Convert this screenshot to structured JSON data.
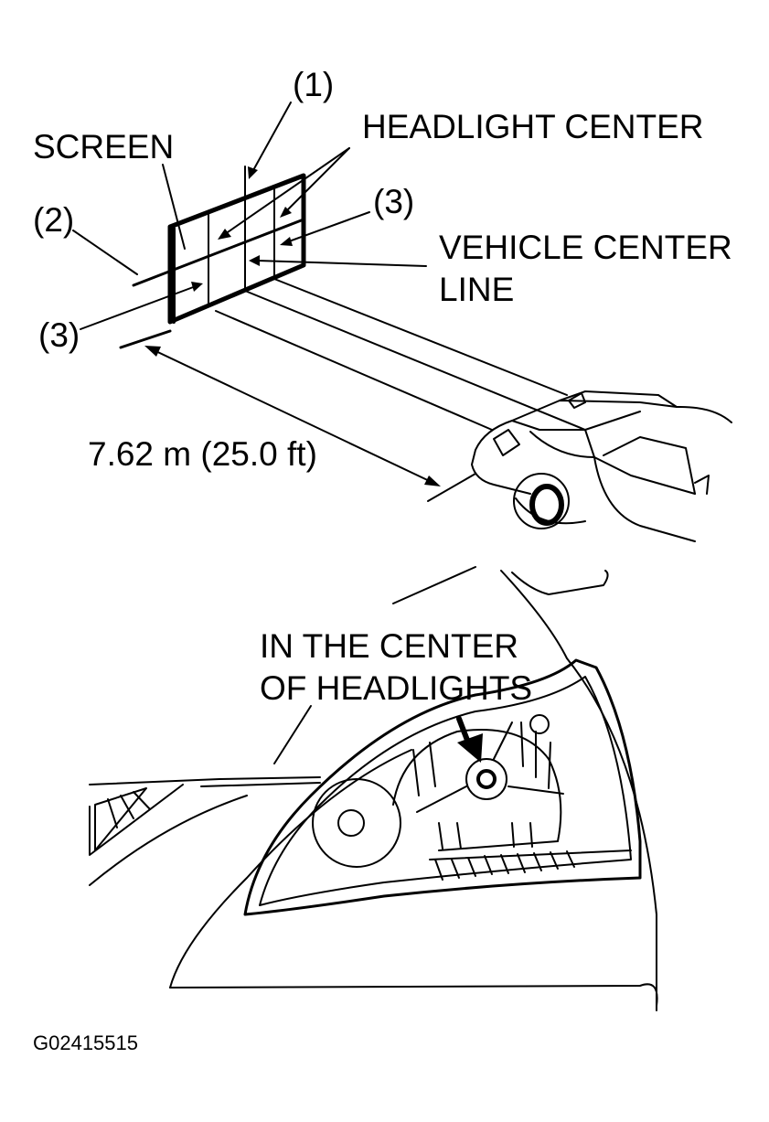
{
  "labels": {
    "callout_1": "(1)",
    "callout_2": "(2)",
    "callout_3_upper": "(3)",
    "callout_3_lower": "(3)",
    "screen": "SCREEN",
    "headlight_center": "HEADLIGHT CENTER",
    "vehicle_center_line_1": "VEHICLE CENTER",
    "vehicle_center_line_2": "LINE",
    "distance": "7.62 m (25.0 ft)",
    "in_center_line_1": "IN THE CENTER",
    "in_center_line_2": "OF HEADLIGHTS",
    "figure_code": "G02415515"
  },
  "colors": {
    "ink": "#000000",
    "paper": "#ffffff"
  }
}
